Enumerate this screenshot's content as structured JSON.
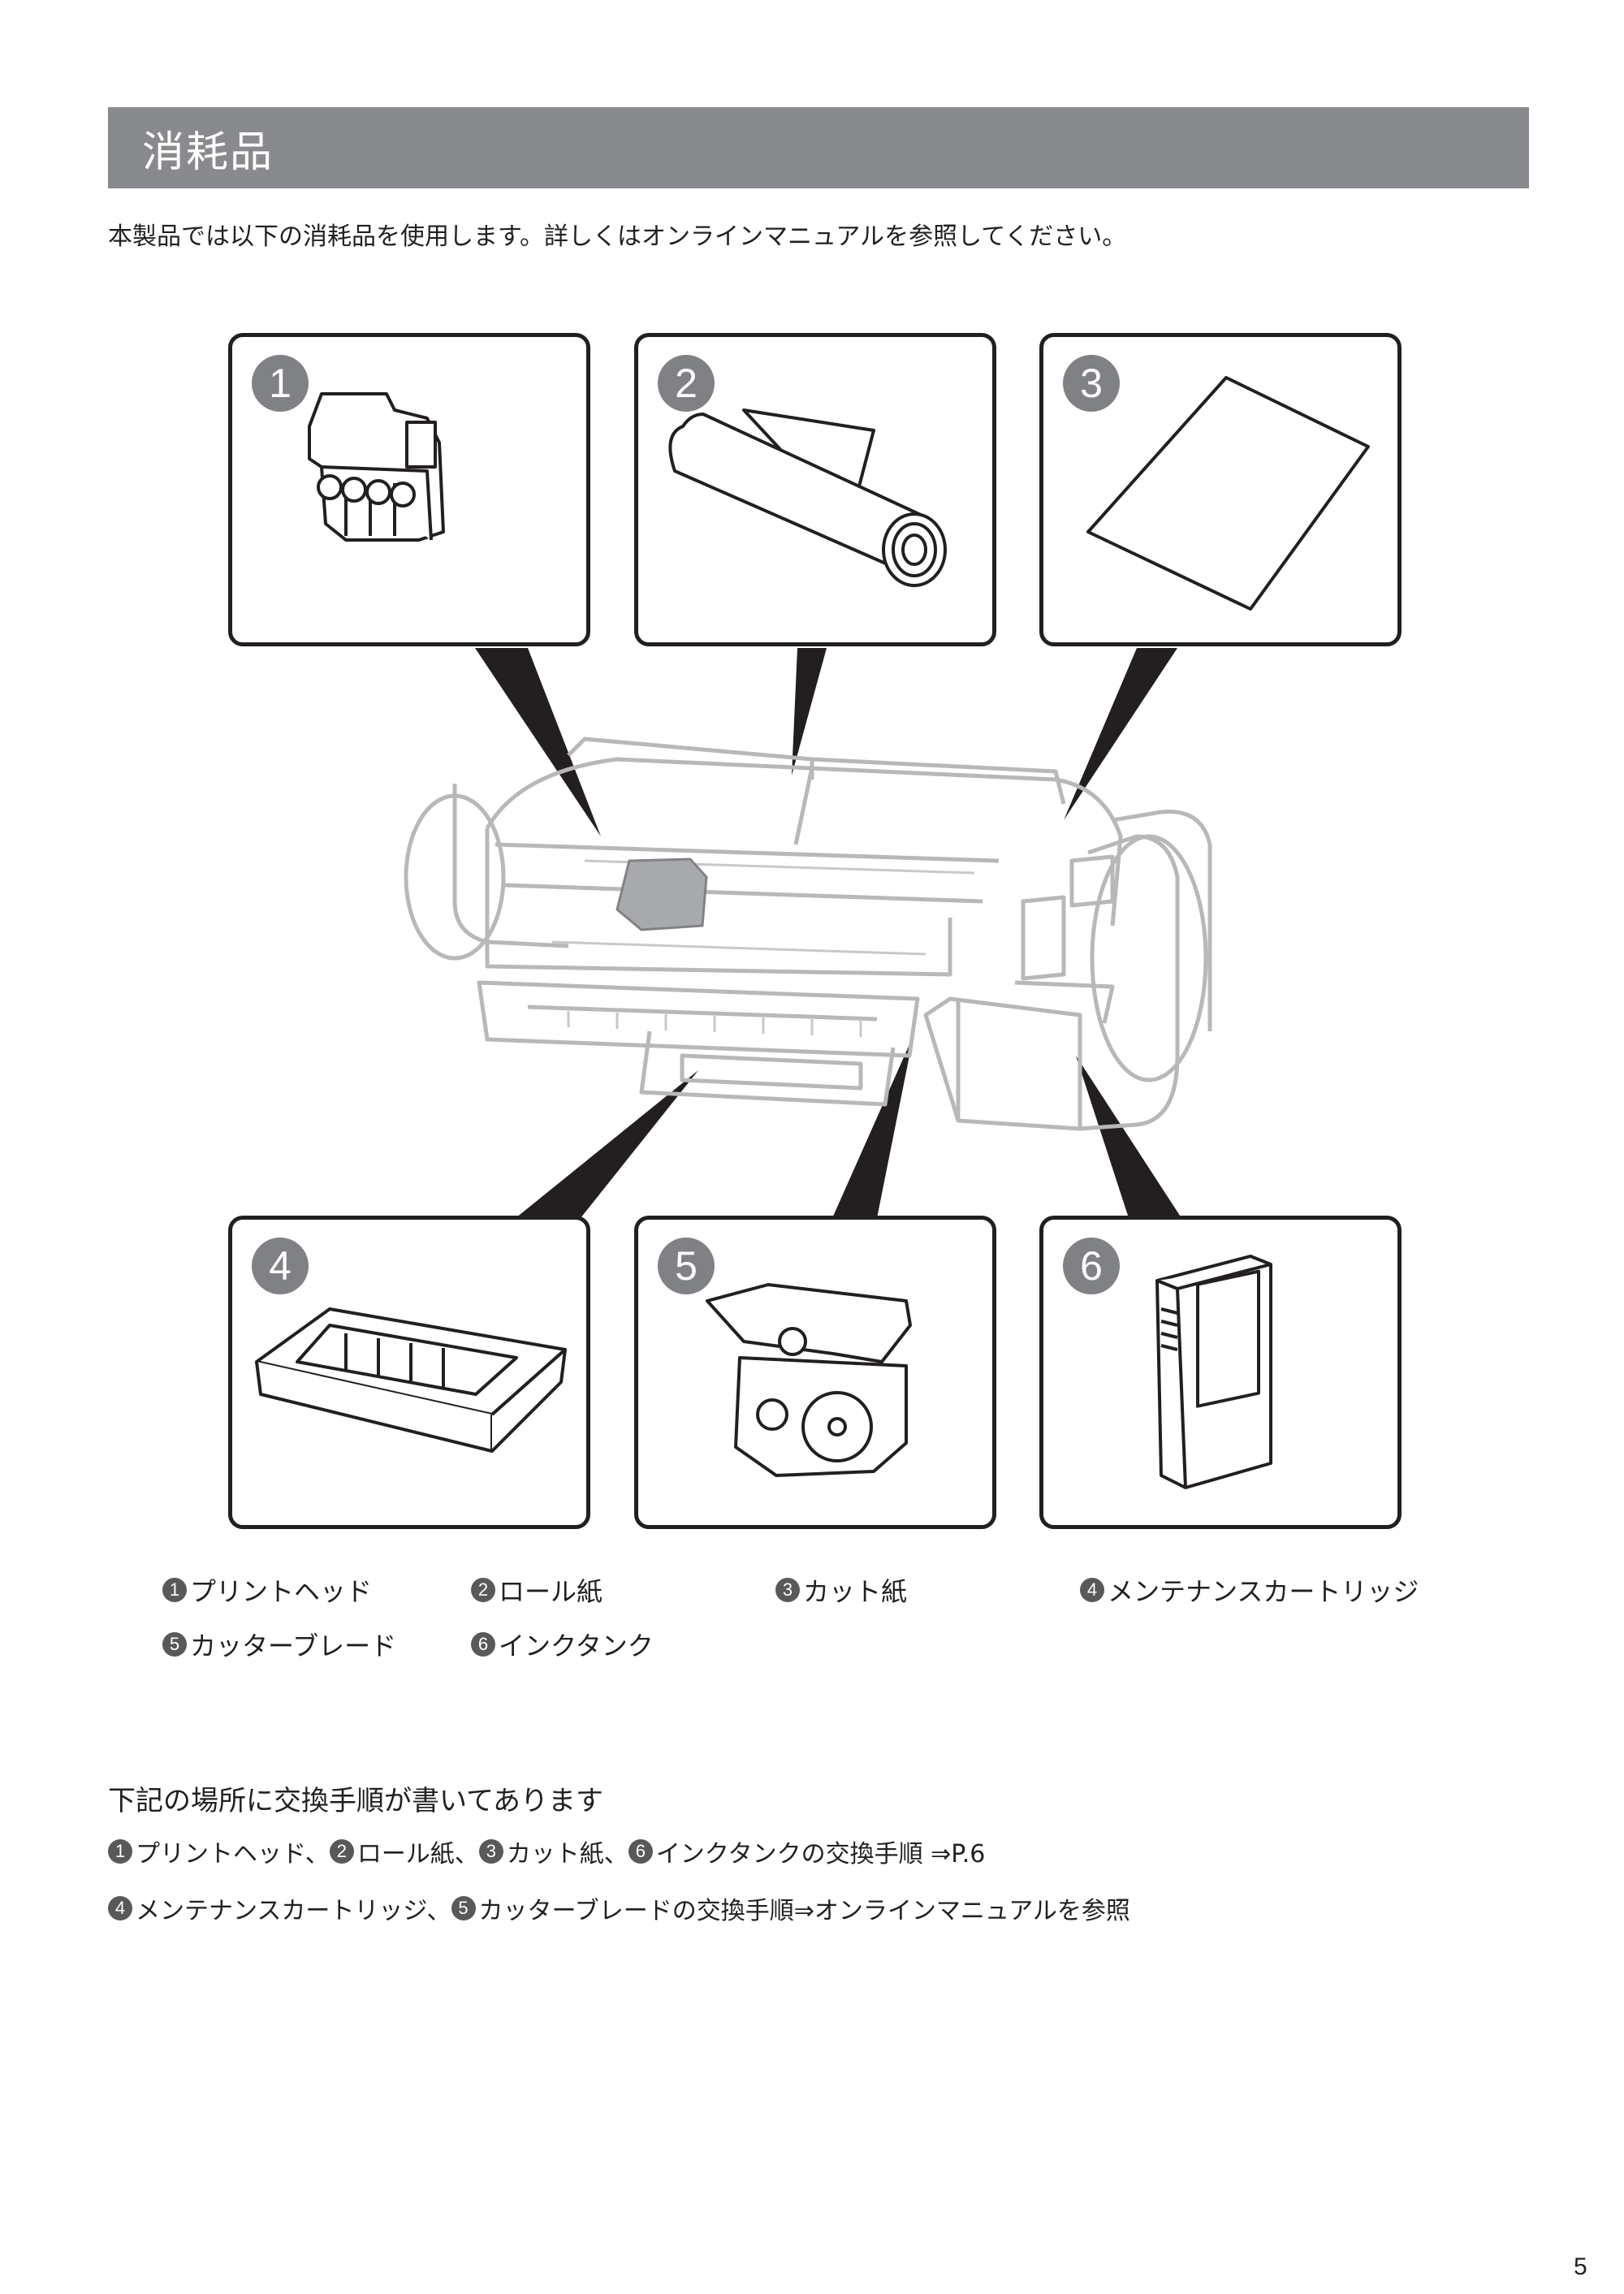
{
  "title": "消耗品",
  "intro": "本製品では以下の消耗品を使用します。詳しくはオンラインマニュアルを参照してください。",
  "items": [
    {
      "num": "1",
      "label": "プリントヘッド"
    },
    {
      "num": "2",
      "label": "ロール紙"
    },
    {
      "num": "3",
      "label": "カット紙"
    },
    {
      "num": "4",
      "label": "メンテナンスカートリッジ"
    },
    {
      "num": "5",
      "label": "カッターブレード"
    },
    {
      "num": "6",
      "label": "インクタンク"
    }
  ],
  "subheading": "下記の場所に交換手順が書いてあります",
  "refs": [
    {
      "parts": [
        "プリントヘッド、",
        "ロール紙、",
        "カット紙、",
        "インクタンクの交換手順 ⇒P.6"
      ],
      "nums": [
        "1",
        "2",
        "3",
        "6"
      ]
    },
    {
      "parts": [
        "メンテナンスカートリッジ、",
        "カッターブレードの交換手順⇒オンラインマニュアルを参照"
      ],
      "nums": [
        "4",
        "5"
      ]
    }
  ],
  "page_number": "5"
}
